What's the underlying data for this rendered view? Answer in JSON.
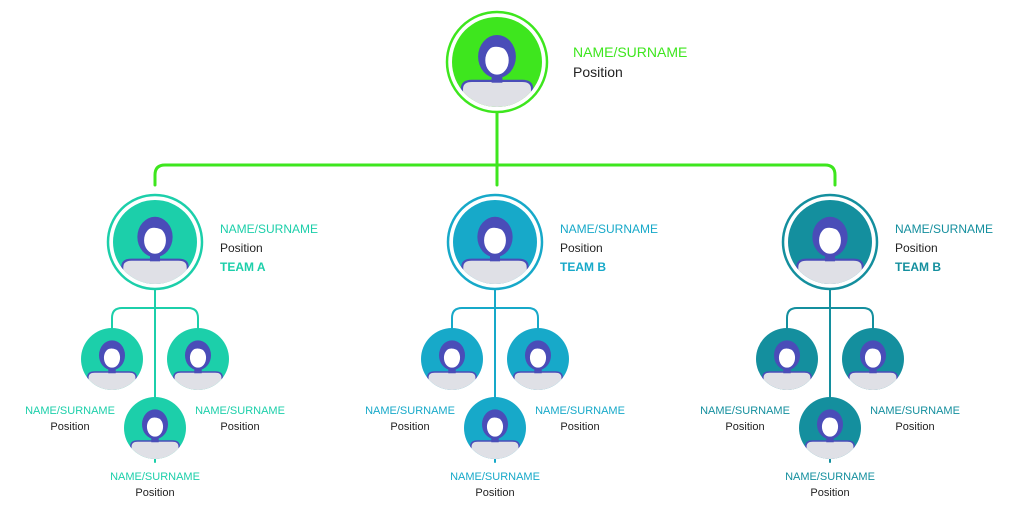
{
  "colors": {
    "top": "#3ee61e",
    "teamA": "#1ccfaa",
    "teamB": "#17a9c9",
    "teamC": "#148f9e",
    "person": "#4a4db8",
    "body": "#dfe0e6",
    "text": "#222222"
  },
  "root": {
    "name": "NAME/SURNAME",
    "position": "Position"
  },
  "managers": [
    {
      "name": "NAME/SURNAME",
      "position": "Position",
      "team": "TEAM A"
    },
    {
      "name": "NAME/SURNAME",
      "position": "Position",
      "team": "TEAM B"
    },
    {
      "name": "NAME/SURNAME",
      "position": "Position",
      "team": "TEAM B"
    }
  ],
  "members": [
    [
      {
        "name": "NAME/SURNAME",
        "position": "Position"
      },
      {
        "name": "NAME/SURNAME",
        "position": "Position"
      },
      {
        "name": "NAME/SURNAME",
        "position": "Position"
      }
    ],
    [
      {
        "name": "NAME/SURNAME",
        "position": "Position"
      },
      {
        "name": "NAME/SURNAME",
        "position": "Position"
      },
      {
        "name": "NAME/SURNAME",
        "position": "Position"
      }
    ],
    [
      {
        "name": "NAME/SURNAME",
        "position": "Position"
      },
      {
        "name": "NAME/SURNAME",
        "position": "Position"
      },
      {
        "name": "NAME/SURNAME",
        "position": "Position"
      }
    ]
  ]
}
